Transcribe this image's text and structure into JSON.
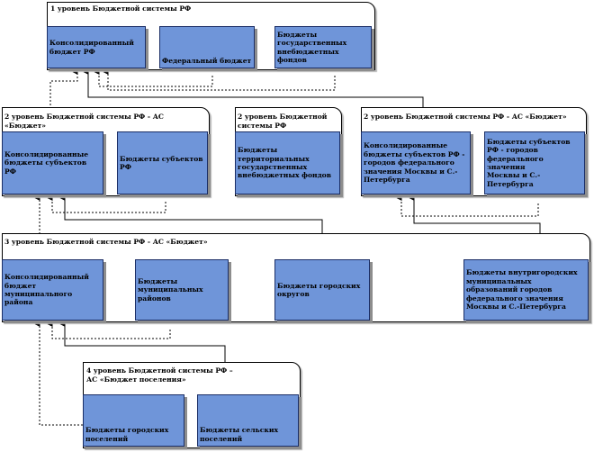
{
  "level1": {
    "title": "1 уровень Бюджетной системы РФ",
    "boxes": [
      "Консолидированный\nбюджет РФ",
      "Федеральный бюджет",
      "Бюджеты\nгосударственных\nвнебюджетных фондов"
    ]
  },
  "level2a": {
    "title": "2 уровень Бюджетной системы РФ - АС\n«Бюджет»",
    "boxes": [
      "Консолидированные\nбюджеты субъектов\nРФ",
      "Бюджеты субъектов\nРФ"
    ]
  },
  "level2b": {
    "title": "2 уровень Бюджетной\nсистемы РФ",
    "boxes": [
      "Бюджеты\nтерриториальных\nгосударственных\nвнебюджетных фондов"
    ]
  },
  "level2c": {
    "title": "2 уровень Бюджетной системы РФ - АС «Бюджет»",
    "boxes": [
      "Консолидированные\nбюджеты субъектов РФ -\nгородов федерального\nзначения Москвы и С.-\nПетербурга",
      "Бюджеты субъектов\nРФ - городов\nфедерального значения\nМосквы и С.-\nПетербурга"
    ]
  },
  "level3": {
    "title": "3 уровень Бюджетной системы РФ - АС «Бюджет»",
    "boxes": [
      "Консолидированный\nбюджет\nмуниципального\nрайона",
      "Бюджеты\nмуниципальных\nрайонов",
      "Бюджеты городских\nокругов",
      "Бюджеты внутригородских\nмуниципальных\nобразований городов\nфедерального значения\nМосквы и С.-Петербурга"
    ]
  },
  "level4": {
    "title": "4 уровень Бюджетной системы РФ –\nАС «Бюджет поселения»",
    "boxes": [
      "Бюджеты городских\nпоселений",
      "Бюджеты сельских\nпоселений"
    ]
  }
}
